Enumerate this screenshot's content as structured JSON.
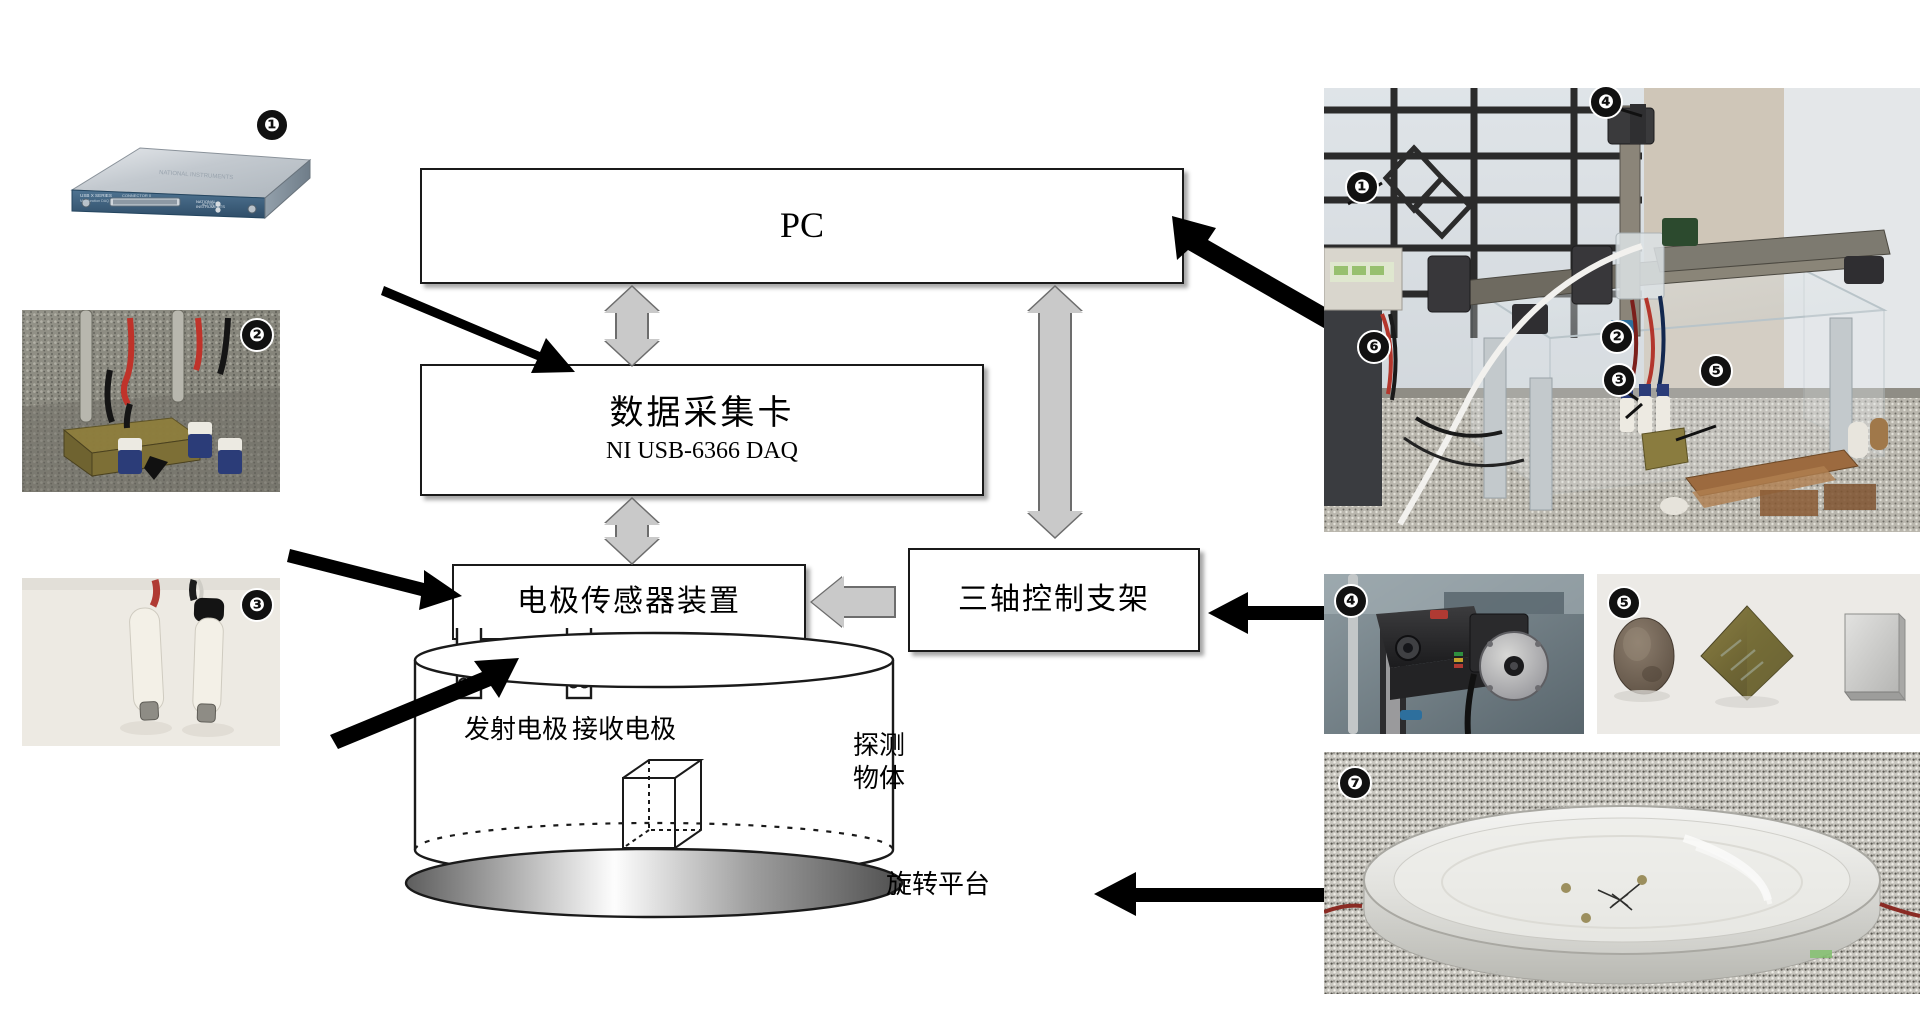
{
  "flow": {
    "pc": "PC",
    "daq_zh": "数据采集卡",
    "daq_en": "NI USB-6366 DAQ",
    "sensor": "电极传感器装置",
    "axis_stage": "三轴控制支架"
  },
  "tank": {
    "tx_electrode": "发射电极",
    "rx_electrode": "接收电极",
    "object_line1": "探测",
    "object_line2": "物体",
    "platform": "旋转平台"
  },
  "photos": {
    "daq_device": {
      "badge": "❶",
      "name": "NI USB-6366 data acquisition card"
    },
    "electrode_rig": {
      "badge": "❷",
      "name": "electrode sensor assembly in tank"
    },
    "electrode_probes": {
      "badge": "❸",
      "name": "pair of ceramic electrode probes"
    },
    "experiment_rig": {
      "name": "full experimental setup",
      "badges": [
        "❶",
        "❷",
        "❸",
        "❹",
        "❺",
        "❻"
      ]
    },
    "stepper_motor": {
      "badge": "❹",
      "name": "stepper motor drive"
    },
    "target_objects": {
      "badge": "❺",
      "name": "three detection target samples"
    },
    "turntable": {
      "badge": "❼",
      "name": "acrylic rotating platform"
    }
  },
  "colors": {
    "line": "#1a1a1a",
    "grey_arrow_fill": "#c9c9c9",
    "grey_arrow_stroke": "#6d6d6d",
    "ni_blue": "#3f6080"
  }
}
